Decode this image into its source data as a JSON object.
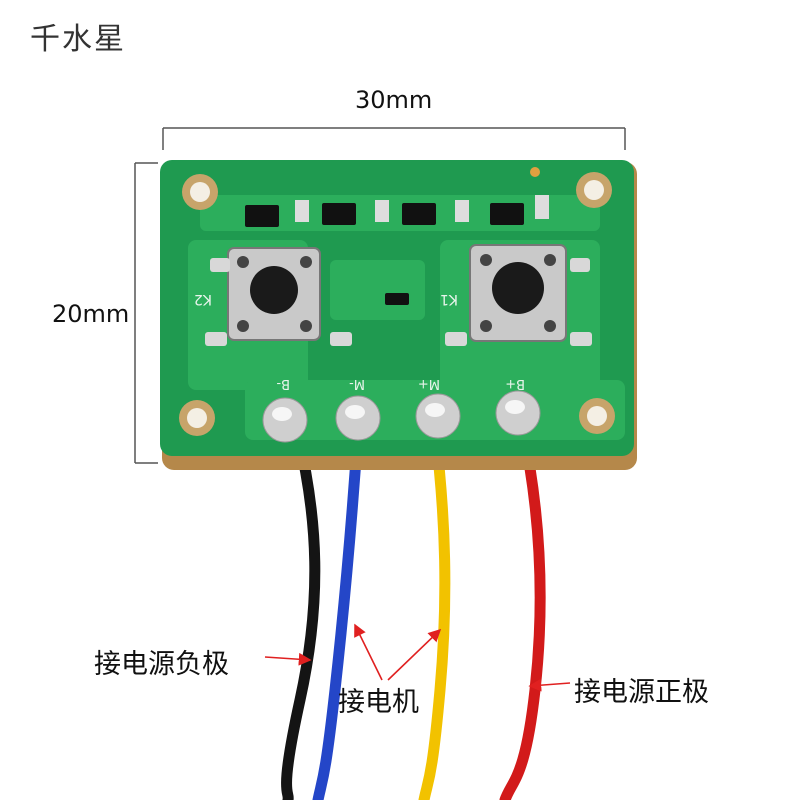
{
  "brand": "千水星",
  "dimensions": {
    "width": "30mm",
    "height": "20mm"
  },
  "silkscreen": {
    "k1": "K1",
    "k2": "K2",
    "pad_b_minus": "B-",
    "pad_m_minus": "M-",
    "pad_m_plus": "M+",
    "pad_b_plus": "B+"
  },
  "callouts": {
    "negative": "接电源负极",
    "motor": "接电机",
    "positive": "接电源正极"
  },
  "colors": {
    "pcb": "#1f9a50",
    "substrate": "#b5884a",
    "wire_black": "#141414",
    "wire_blue": "#2446c8",
    "wire_yellow": "#f2c200",
    "wire_red": "#d21a1a",
    "arrow": "#e02020"
  }
}
